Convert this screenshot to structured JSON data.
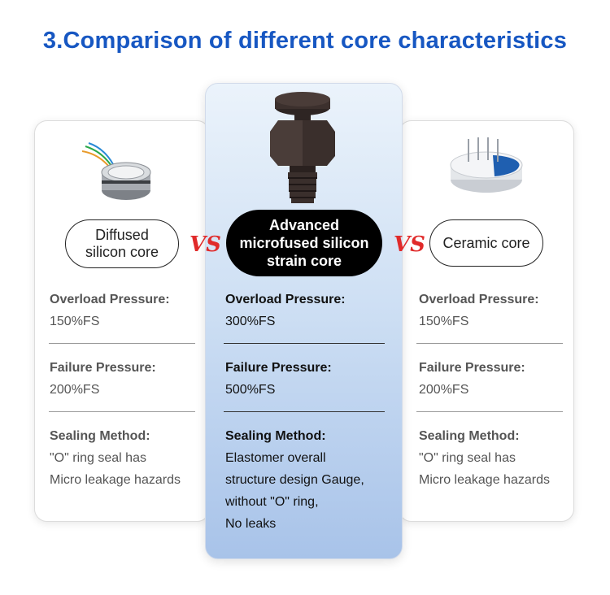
{
  "title": "3.Comparison of different core characteristics",
  "vs_label": "VS",
  "cores": {
    "left": {
      "name_lines": [
        "Diffused",
        "silicon core"
      ],
      "overload_label": "Overload Pressure:",
      "overload_value": "150%FS",
      "failure_label": "Failure Pressure:",
      "failure_value": "200%FS",
      "sealing_label": "Sealing Method:",
      "sealing_lines": [
        "\"O\" ring seal has",
        "Micro leakage hazards"
      ]
    },
    "center": {
      "name_lines": [
        "Advanced",
        "microfused silicon",
        "strain core"
      ],
      "overload_label": "Overload Pressure:",
      "overload_value": "300%FS",
      "failure_label": "Failure Pressure:",
      "failure_value": "500%FS",
      "sealing_label": "Sealing Method:",
      "sealing_lines": [
        "Elastomer overall",
        "structure design Gauge,",
        "without \"O\" ring,",
        "No leaks"
      ]
    },
    "right": {
      "name_lines": [
        "Ceramic core"
      ],
      "overload_label": "Overload Pressure:",
      "overload_value": "150%FS",
      "failure_label": "Failure Pressure:",
      "failure_value": "200%FS",
      "sealing_label": "Sealing Method:",
      "sealing_lines": [
        "\"O\" ring seal has",
        "Micro leakage hazards"
      ]
    }
  },
  "colors": {
    "title": "#1757c2",
    "vs": "#e02a2a",
    "center_pill": "#000000"
  }
}
